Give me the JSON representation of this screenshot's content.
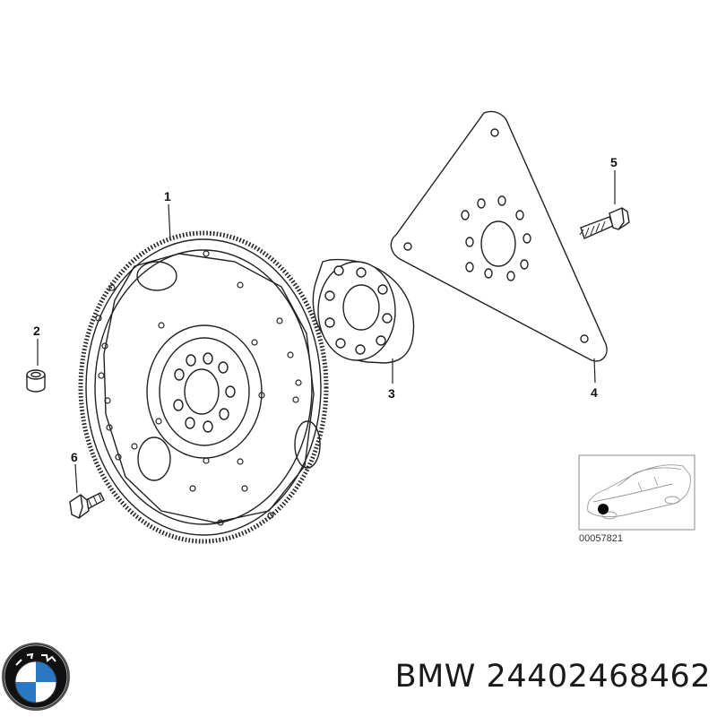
{
  "diagram": {
    "callouts": [
      "1",
      "2",
      "3",
      "4",
      "5",
      "6"
    ],
    "reference_code": "00057821"
  },
  "caption": {
    "brand": "BMW",
    "part_number": "24402468462"
  },
  "brand_logo": {
    "lettering": "BMW",
    "colors": {
      "blue": "#2a78c4",
      "white": "#ffffff",
      "black": "#111111"
    }
  },
  "colors": {
    "line": "#222222",
    "paper": "#ffffff"
  }
}
